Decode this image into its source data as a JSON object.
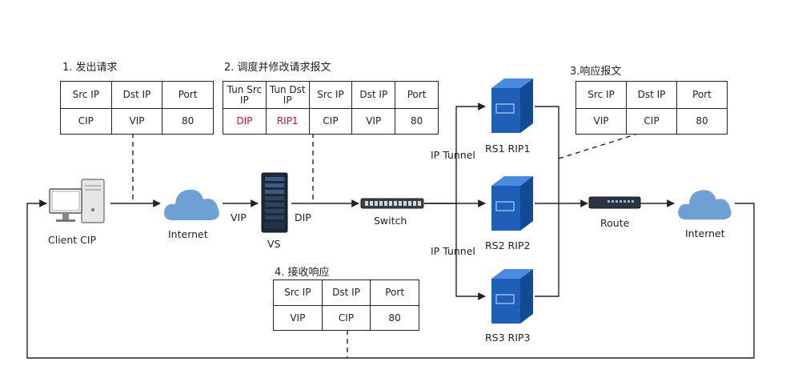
{
  "steps": {
    "step1": {
      "title": "1. 发出请求",
      "headers": [
        "Src IP",
        "Dst IP",
        "Port"
      ],
      "values": [
        "CIP",
        "VIP",
        "80"
      ]
    },
    "step2": {
      "title": "2. 调度并修改请求报文",
      "headers": [
        "Tun Src IP",
        "Tun Dst IP",
        "Src IP",
        "Dst IP",
        "Port"
      ],
      "values": [
        "DIP",
        "RIP1",
        "CIP",
        "VIP",
        "80"
      ]
    },
    "step3": {
      "title": "3.响应报文",
      "headers": [
        "Src IP",
        "Dst IP",
        "Port"
      ],
      "values": [
        "VIP",
        "CIP",
        "80"
      ]
    },
    "step4": {
      "title": "4. 接收响应",
      "headers": [
        "Src IP",
        "Dst IP",
        "Port"
      ],
      "values": [
        "VIP",
        "CIP",
        "80"
      ]
    }
  },
  "nodes": {
    "client": "Client CIP",
    "internet_left": "Internet",
    "vs": "VS",
    "vip": "VIP",
    "dip": "DIP",
    "switch": "Switch",
    "tunnel_top": "IP Tunnel",
    "tunnel_bottom": "IP Tunnel",
    "rs1": "RS1 RIP1",
    "rs2": "RS2 RIP2",
    "rs3": "RS3 RIP3",
    "route": "Route",
    "internet_right": "Internet"
  },
  "colors": {
    "highlight": "#c8102e",
    "cloud": "#6fa0d4",
    "server": "#1f5fb8"
  }
}
